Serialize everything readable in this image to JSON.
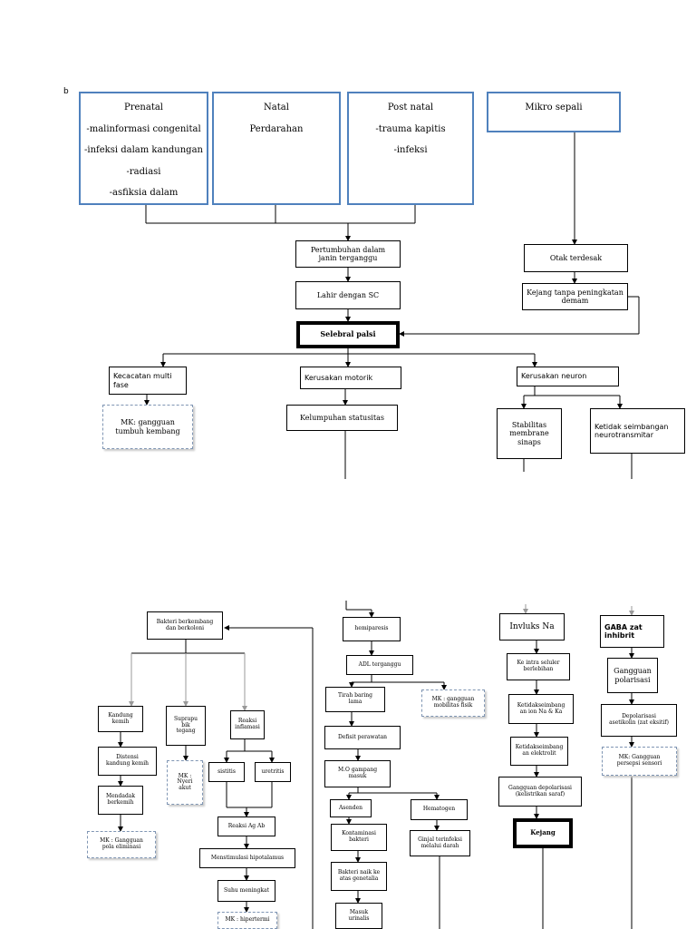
{
  "label_b": "b",
  "top": {
    "prenatal": [
      "Prenatal",
      "-malinformasi congenital",
      "-infeksi dalam kandungan",
      "-radiasi",
      "-asfiksia dalam kandungan"
    ],
    "natal": [
      "Natal",
      "Perdarahan"
    ],
    "postnatal": [
      "Post natal",
      "-trauma kapitis",
      "-infeksi"
    ],
    "mikro": [
      "Mikro sepali"
    ],
    "pertumbuhan": [
      "Pertumbuhan dalam",
      "janin terganggu"
    ],
    "lahir_sc": [
      "Lahir dengan SC"
    ],
    "otak": [
      "Otak terdesak"
    ],
    "kejang_tanpa": [
      "Kejang tanpa peningkatan",
      "demam"
    ],
    "selebral": [
      "Selebral palsi"
    ],
    "kecacatan": [
      "Kecacatan multi",
      "fase"
    ],
    "kerusakan_motorik": [
      "Kerusakan motorik"
    ],
    "kerusakan_neuron": [
      "Kerusakan neuron"
    ],
    "mk_tumbuh": [
      "MK: gangguan",
      "tumbuh kembang"
    ],
    "kelumpuhan": [
      "Kelumpuhan statusitas"
    ],
    "stabilitas": [
      "Stabilitas",
      "membrane",
      "sinaps"
    ],
    "ketidakseimbangan_neuro": [
      "Ketidak seimbangan",
      "neurotransmitar"
    ]
  },
  "bottom": {
    "bakteri": [
      "Bakteri berkembang",
      "dan berkoloni"
    ],
    "kandung": [
      "Kandung",
      "kemih"
    ],
    "distensi": [
      "Distensi",
      "kandung kemih"
    ],
    "mendadak": [
      "Mendadak",
      "berkemih"
    ],
    "mk_eliminasi": [
      "MK : Gangguan",
      "pola eliminasi"
    ],
    "suprapubik": [
      "Suprapu",
      "bik",
      "tegang"
    ],
    "mk_nyeri": [
      "MK :",
      "Nyeri",
      "akut"
    ],
    "reaksi_inflamasi": [
      "Reaksi",
      "inflamasi"
    ],
    "sistitis": [
      "sistitis"
    ],
    "uretritis": [
      "uretritis"
    ],
    "reaksi_agab": [
      "Reaksi Ag Ab"
    ],
    "menstimulasi": [
      "Menstimulasi hipotalamus"
    ],
    "suhu": [
      "Suhu meningkat"
    ],
    "mk_hipertermi": [
      "MK : hipertermi"
    ],
    "hemiparesis": [
      "hemiparesis"
    ],
    "adl": [
      "ADL terganggu"
    ],
    "tirah": [
      "Tirah baring",
      "lama"
    ],
    "mk_mobilitas": [
      "MK : gangguan",
      "mobilitas fisik"
    ],
    "defisit": [
      "Defisit perawatan"
    ],
    "mo_gampang": [
      "M.O gampang",
      "masuk"
    ],
    "asenden": [
      "Asenden"
    ],
    "hematogen": [
      "Hematogen"
    ],
    "kontaminasi": [
      "Kontaminasi",
      "bakteri"
    ],
    "bakteri_naik": [
      "Bakteri naik ke",
      "atas genetalia"
    ],
    "ginjal": [
      "Ginjal terinfeksi",
      "melalui darah"
    ],
    "masuk_urinalis": [
      "Masuk",
      "urinalis"
    ],
    "influks": [
      "Invluks Na"
    ],
    "ke_intra": [
      "Ke intra seluler",
      "berlebihan"
    ],
    "ketidakseimbangan_ion": [
      "Ketidakseimbang",
      "an ion Na & Ka"
    ],
    "ketidakseimbangan_elektrolit": [
      "Ketidakseimbang",
      "an elektrolit"
    ],
    "gangguan_depolarisasi": [
      "Gangguan depolarisasi",
      "(kelistrikan saraf)"
    ],
    "kejang": [
      "Kejang"
    ],
    "gaba": [
      "GABA zat",
      "inhibrit"
    ],
    "gangguan_polarisasi": [
      "Gangguan",
      "polarisasi"
    ],
    "depolarisasi": [
      "Depolarisasi",
      "asetikolin (zat eksitif)"
    ],
    "mk_persepsi": [
      "MK: Gangguan",
      "persepsi sensori"
    ]
  }
}
